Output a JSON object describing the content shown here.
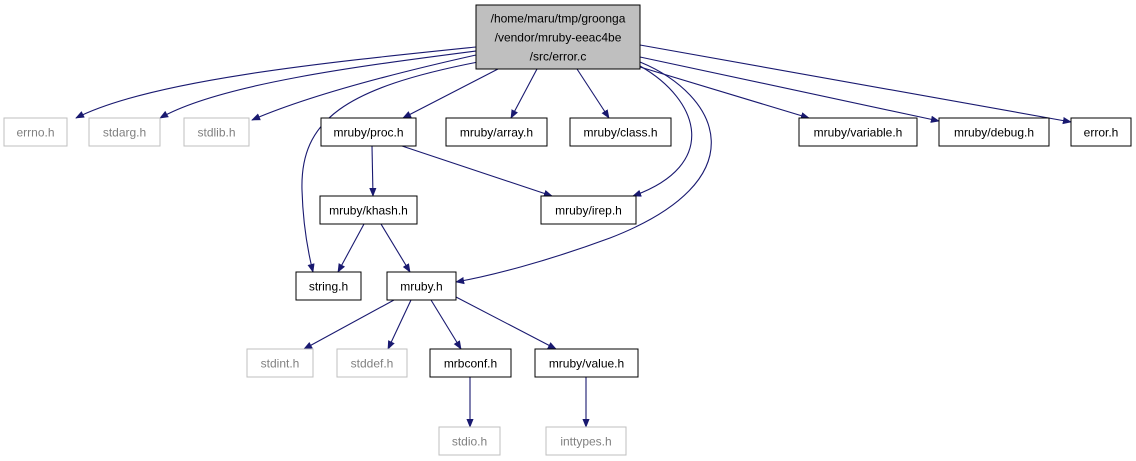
{
  "graph": {
    "colors": {
      "edge": "#191970",
      "root_fill": "#bfbfbf",
      "root_stroke": "#000000",
      "node_stroke": "#000000",
      "missing_stroke": "#bfbfbf",
      "missing_text": "#808080",
      "text": "#000000"
    },
    "nodes": [
      {
        "id": "error_c",
        "kind": "root",
        "lines": [
          "/home/maru/tmp/groonga",
          "/vendor/mruby-eeac4be",
          "/src/error.c"
        ]
      },
      {
        "id": "errno_h",
        "kind": "missing",
        "lines": [
          "errno.h"
        ]
      },
      {
        "id": "stdarg_h",
        "kind": "missing",
        "lines": [
          "stdarg.h"
        ]
      },
      {
        "id": "stdlib_h",
        "kind": "missing",
        "lines": [
          "stdlib.h"
        ]
      },
      {
        "id": "mruby_proc_h",
        "kind": "documented",
        "lines": [
          "mruby/proc.h"
        ]
      },
      {
        "id": "mruby_array_h",
        "kind": "documented",
        "lines": [
          "mruby/array.h"
        ]
      },
      {
        "id": "mruby_class_h",
        "kind": "documented",
        "lines": [
          "mruby/class.h"
        ]
      },
      {
        "id": "mruby_variable_h",
        "kind": "documented",
        "lines": [
          "mruby/variable.h"
        ]
      },
      {
        "id": "mruby_debug_h",
        "kind": "documented",
        "lines": [
          "mruby/debug.h"
        ]
      },
      {
        "id": "error_h",
        "kind": "documented",
        "lines": [
          "error.h"
        ]
      },
      {
        "id": "mruby_khash_h",
        "kind": "documented",
        "lines": [
          "mruby/khash.h"
        ]
      },
      {
        "id": "mruby_irep_h",
        "kind": "documented",
        "lines": [
          "mruby/irep.h"
        ]
      },
      {
        "id": "string_h",
        "kind": "documented",
        "lines": [
          "string.h"
        ]
      },
      {
        "id": "mruby_h",
        "kind": "documented",
        "lines": [
          "mruby.h"
        ]
      },
      {
        "id": "stdint_h",
        "kind": "missing",
        "lines": [
          "stdint.h"
        ]
      },
      {
        "id": "stddef_h",
        "kind": "missing",
        "lines": [
          "stddef.h"
        ]
      },
      {
        "id": "mrbconf_h",
        "kind": "documented",
        "lines": [
          "mrbconf.h"
        ]
      },
      {
        "id": "mruby_value_h",
        "kind": "documented",
        "lines": [
          "mruby/value.h"
        ]
      },
      {
        "id": "stdio_h",
        "kind": "missing",
        "lines": [
          "stdio.h"
        ]
      },
      {
        "id": "inttypes_h",
        "kind": "missing",
        "lines": [
          "inttypes.h"
        ]
      }
    ],
    "edges": [
      {
        "from": "error_c",
        "to": "errno_h"
      },
      {
        "from": "error_c",
        "to": "stdarg_h"
      },
      {
        "from": "error_c",
        "to": "stdlib_h"
      },
      {
        "from": "error_c",
        "to": "string_h"
      },
      {
        "from": "error_c",
        "to": "mruby_proc_h"
      },
      {
        "from": "error_c",
        "to": "mruby_array_h"
      },
      {
        "from": "error_c",
        "to": "mruby_class_h"
      },
      {
        "from": "error_c",
        "to": "mruby_irep_h"
      },
      {
        "from": "error_c",
        "to": "mruby_h"
      },
      {
        "from": "error_c",
        "to": "mruby_variable_h"
      },
      {
        "from": "error_c",
        "to": "mruby_debug_h"
      },
      {
        "from": "error_c",
        "to": "error_h"
      },
      {
        "from": "mruby_proc_h",
        "to": "mruby_khash_h"
      },
      {
        "from": "mruby_proc_h",
        "to": "mruby_irep_h"
      },
      {
        "from": "mruby_khash_h",
        "to": "string_h"
      },
      {
        "from": "mruby_khash_h",
        "to": "mruby_h"
      },
      {
        "from": "mruby_h",
        "to": "stdint_h"
      },
      {
        "from": "mruby_h",
        "to": "stddef_h"
      },
      {
        "from": "mruby_h",
        "to": "mrbconf_h"
      },
      {
        "from": "mruby_h",
        "to": "mruby_value_h"
      },
      {
        "from": "mrbconf_h",
        "to": "stdio_h"
      },
      {
        "from": "mruby_value_h",
        "to": "inttypes_h"
      }
    ]
  }
}
